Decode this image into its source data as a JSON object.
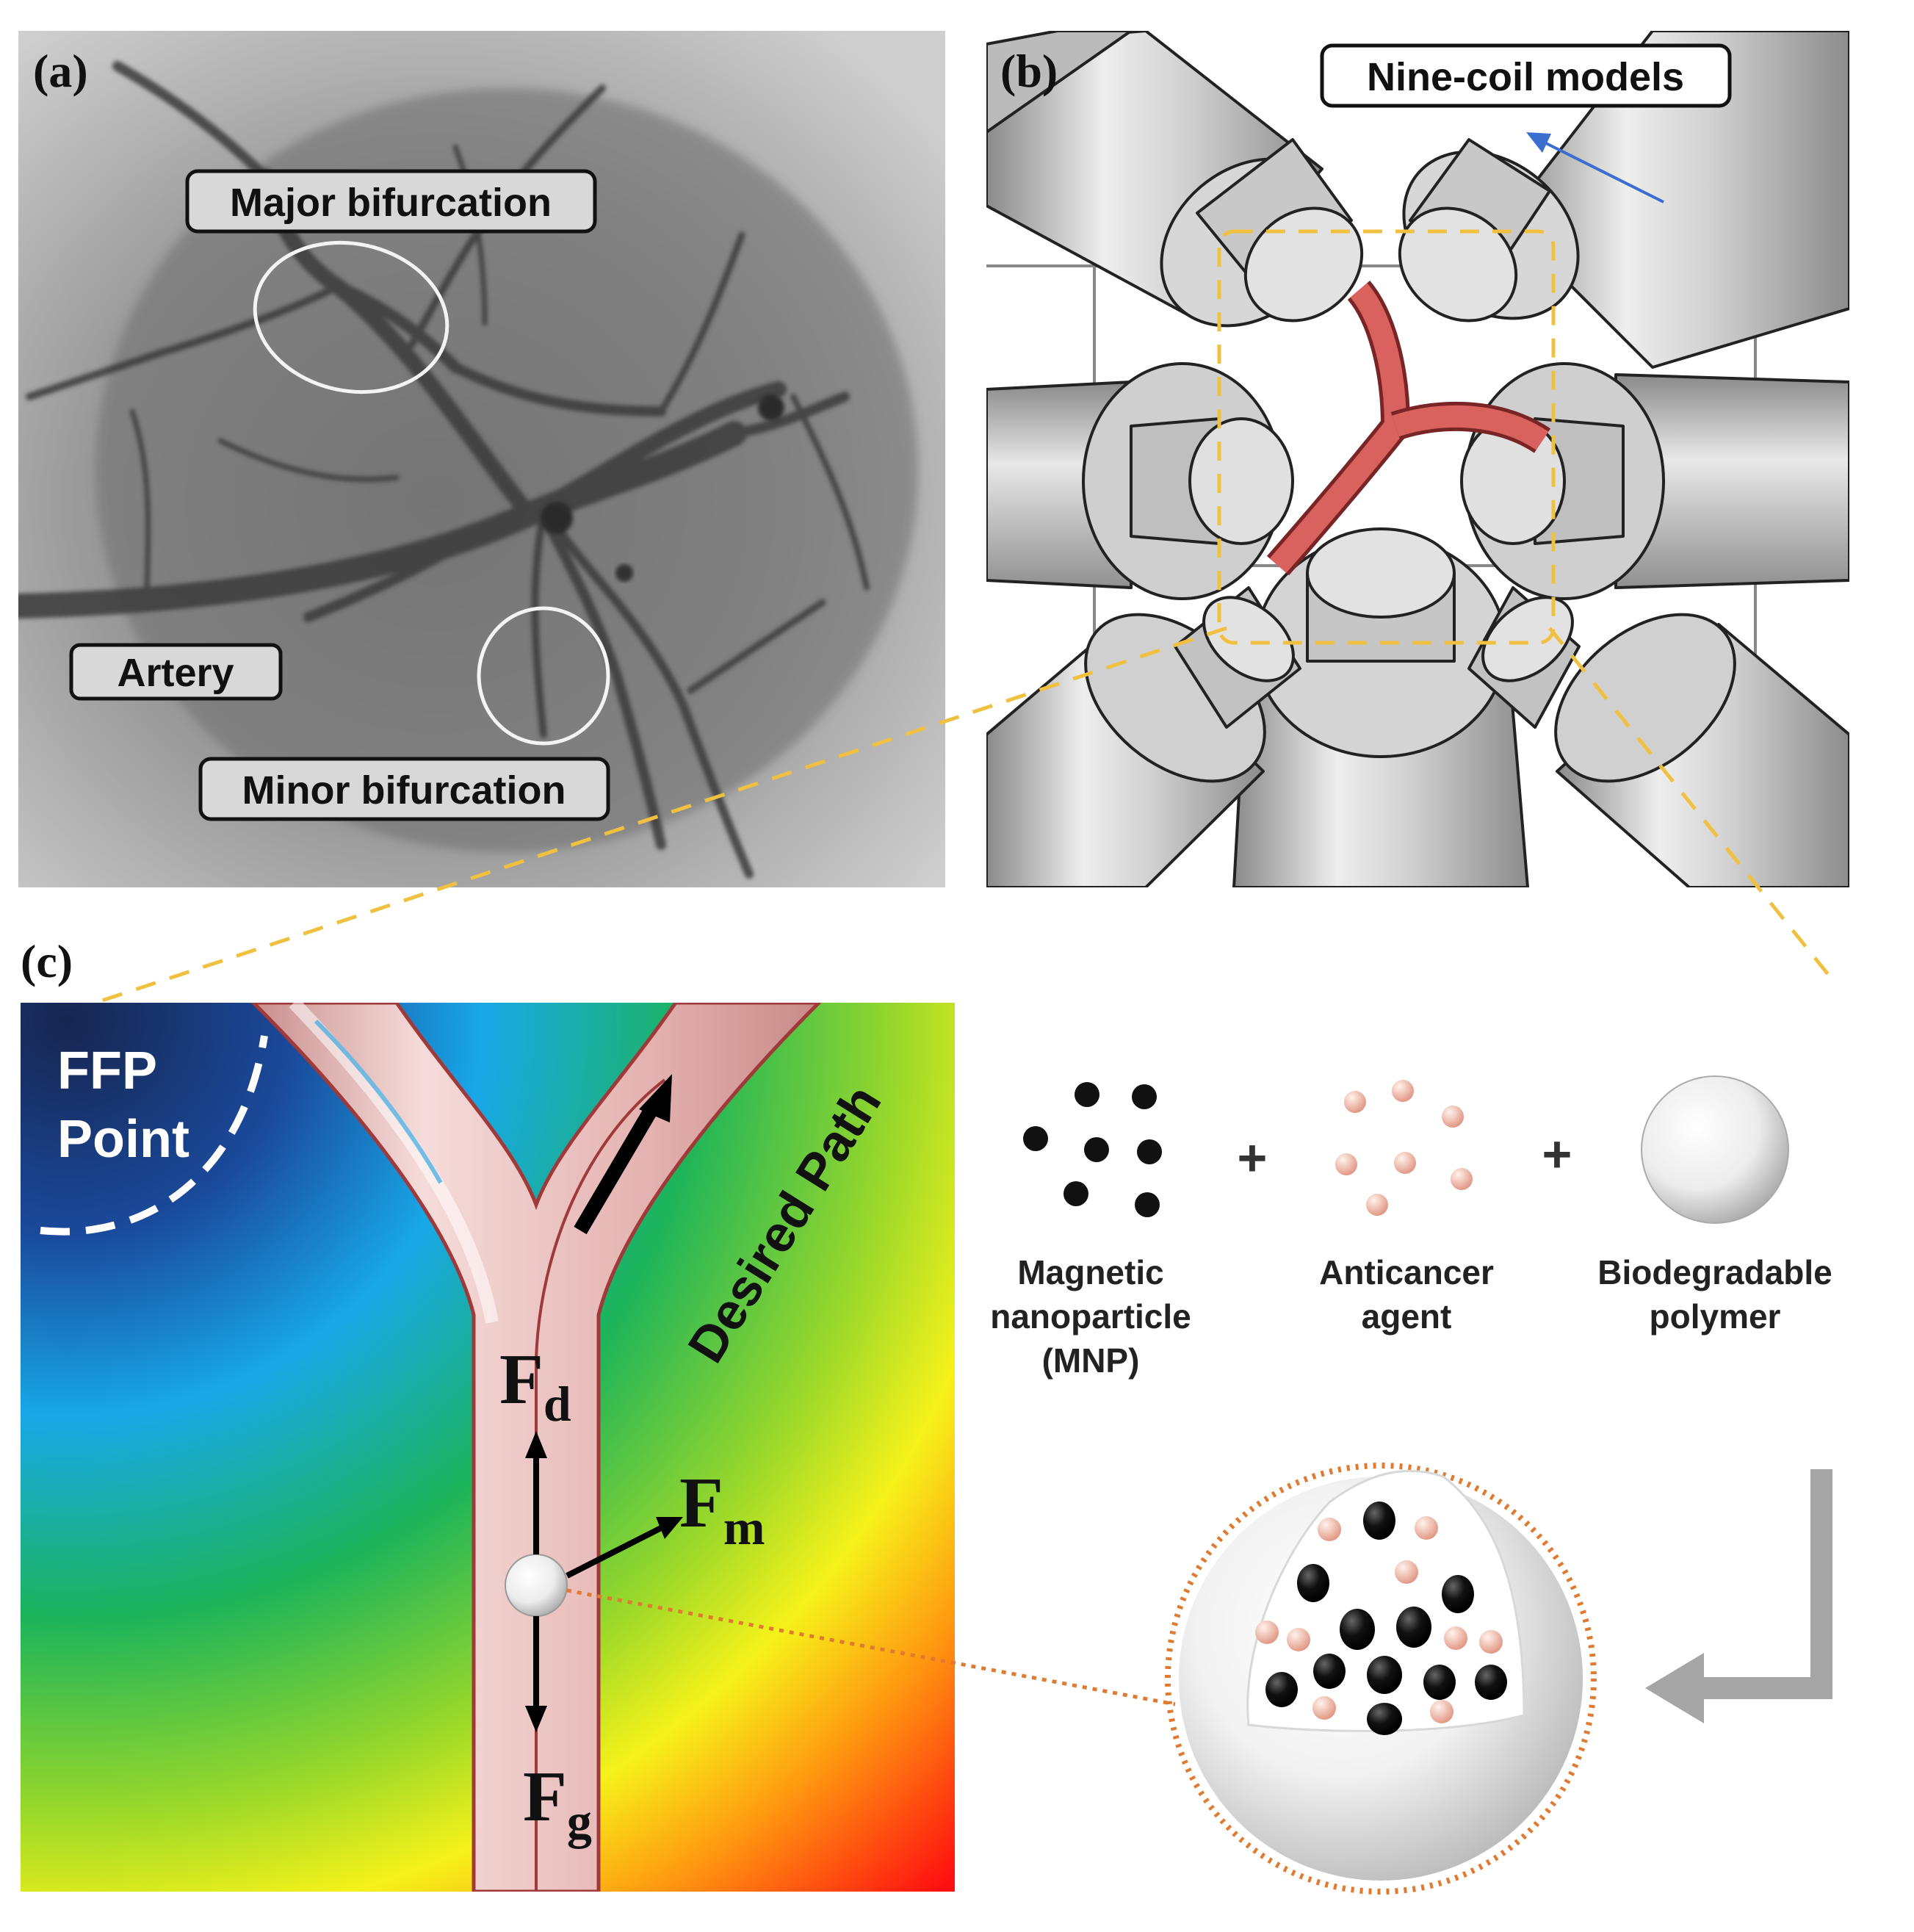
{
  "panels": {
    "a": {
      "label": "(a)",
      "annotations": {
        "major": "Major bifurcation",
        "artery": "Artery",
        "minor": "Minor bifurcation"
      }
    },
    "b": {
      "label": "(b)",
      "annotations": {
        "coils": "Nine-coil models"
      }
    },
    "c": {
      "label": "(c)",
      "ffp_line1": "FFP",
      "ffp_line2": "Point",
      "desired_path": "Desired Path",
      "forces": {
        "drag": {
          "main": "F",
          "sub": "d"
        },
        "magnetic": {
          "main": "F",
          "sub": "m"
        },
        "gravity": {
          "main": "F",
          "sub": "g"
        }
      },
      "components": {
        "mnp": {
          "line1": "Magnetic",
          "line2": "nanoparticle",
          "line3": "(MNP)"
        },
        "agent": {
          "line1": "Anticancer",
          "line2": "agent"
        },
        "polymer": {
          "line1": "Biodegradable",
          "line2": "polymer"
        }
      },
      "plus": "+"
    }
  },
  "colors": {
    "vessel": "#e6b6b4",
    "vessel_edge": "#a03a3a",
    "highlight": "#f0c040",
    "dotted": "#e07a30",
    "annotation_arrow": "#3a6fd0",
    "drug": "#f2b7a6"
  }
}
